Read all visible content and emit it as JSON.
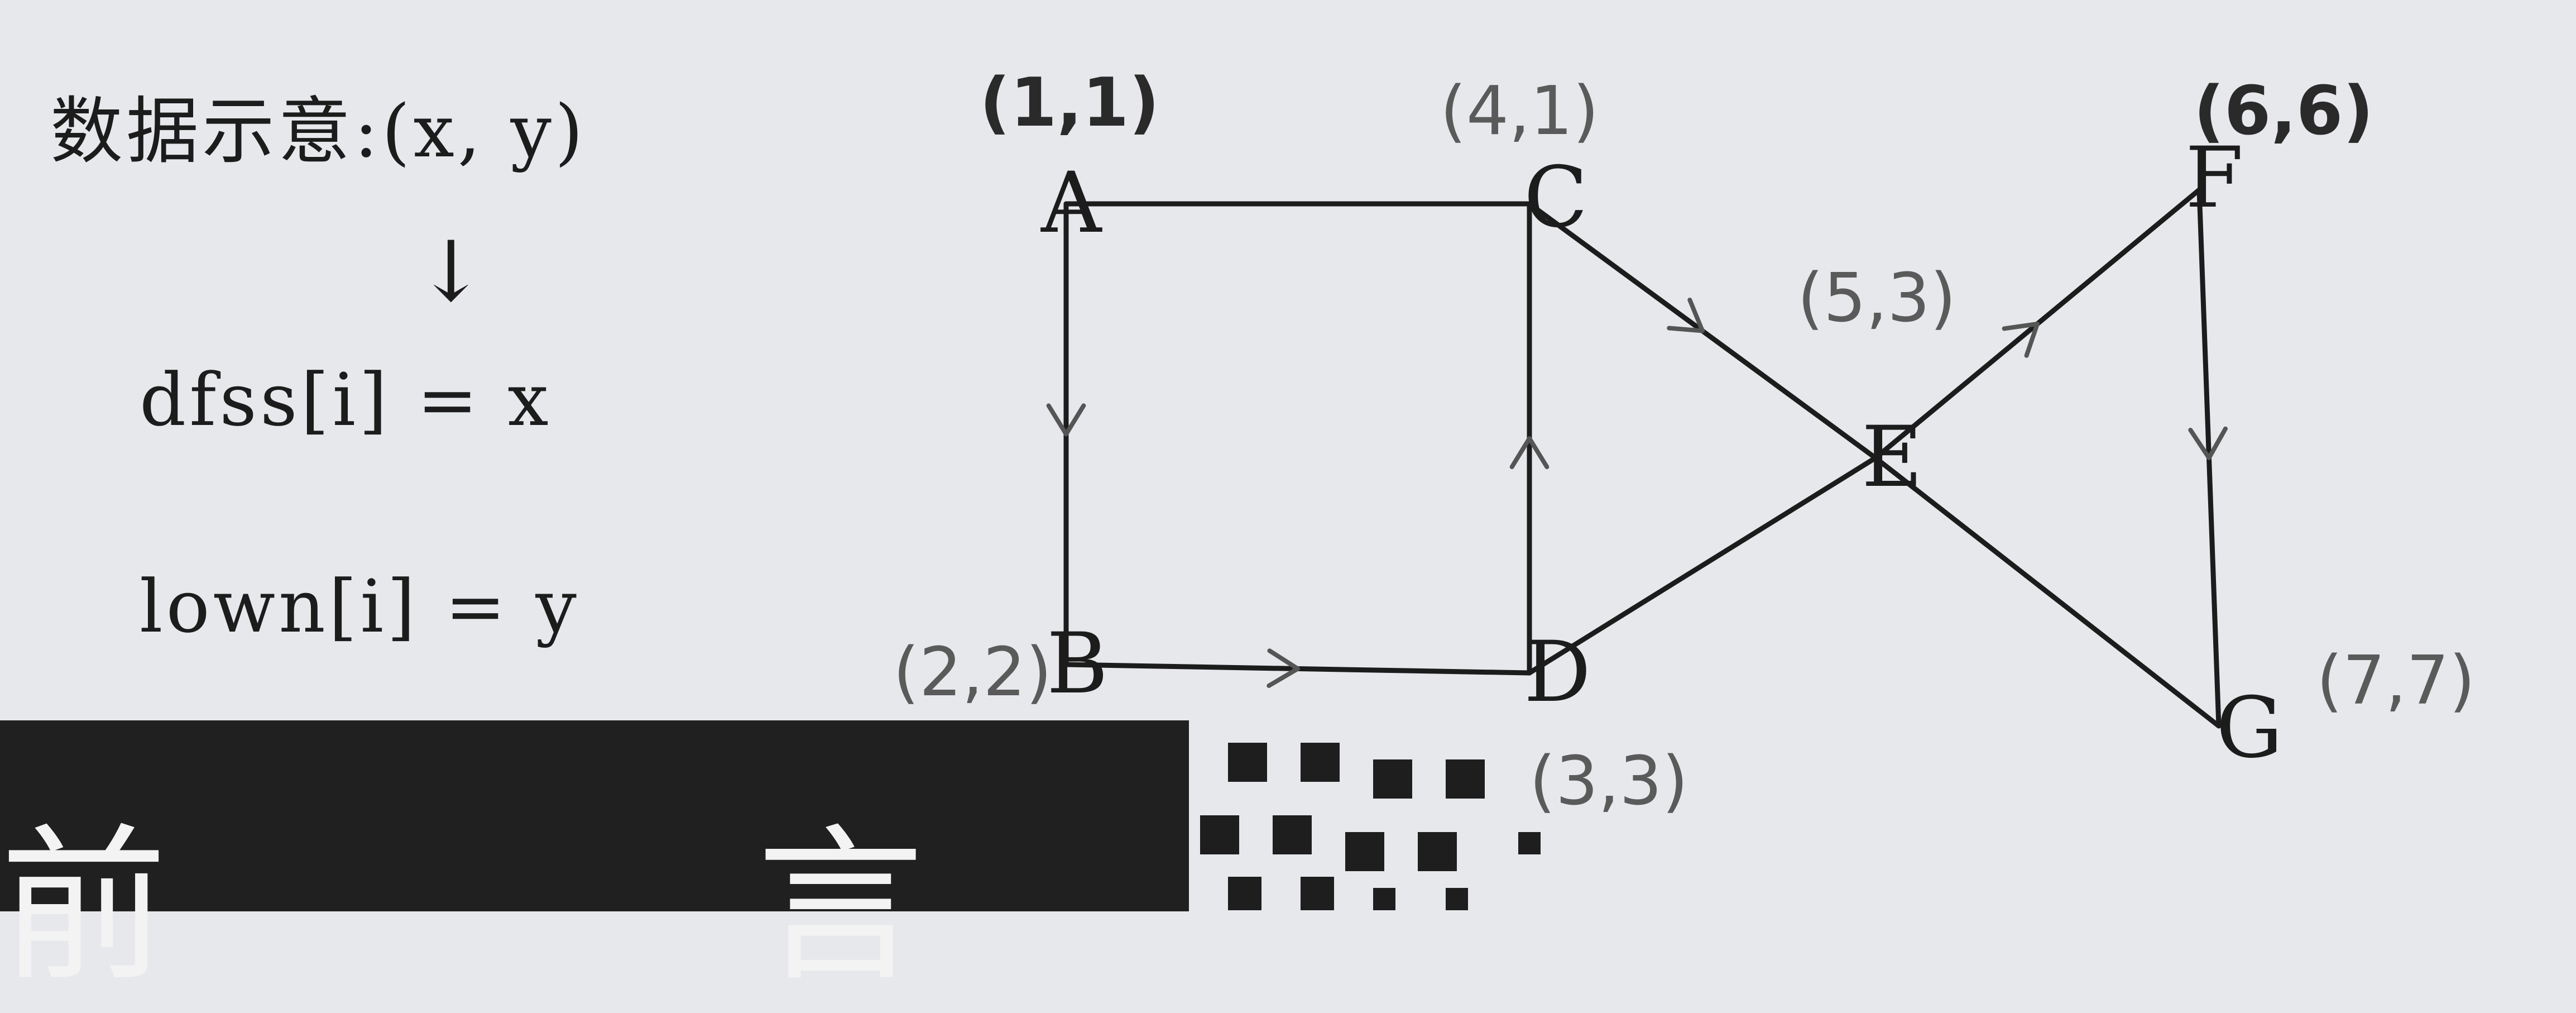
{
  "notes": {
    "title": "数据示意:(x, y)",
    "arrow": "↓",
    "dfs": "dfss[i] = x",
    "low": "lown[i] = y"
  },
  "band": {
    "text": "前 言"
  },
  "graph": {
    "nodes": [
      {
        "id": "A",
        "label": "A",
        "coord": "(1,1)"
      },
      {
        "id": "B",
        "label": "B",
        "coord": "(2,2)"
      },
      {
        "id": "C",
        "label": "C",
        "coord": "(4,1)"
      },
      {
        "id": "D",
        "label": "D",
        "coord": "(3,3)"
      },
      {
        "id": "E",
        "label": "E",
        "coord": "(5,3)"
      },
      {
        "id": "F",
        "label": "F",
        "coord": "(6,6)"
      },
      {
        "id": "G",
        "label": "G",
        "coord": "(7,7)"
      }
    ],
    "edges": [
      {
        "from": "A",
        "to": "C",
        "arrow": false
      },
      {
        "from": "A",
        "to": "B",
        "arrow": true
      },
      {
        "from": "B",
        "to": "D",
        "arrow": true
      },
      {
        "from": "D",
        "to": "C",
        "arrow": true
      },
      {
        "from": "C",
        "to": "E",
        "arrow": true
      },
      {
        "from": "E",
        "to": "F",
        "arrow": true
      },
      {
        "from": "F",
        "to": "G",
        "arrow": true
      },
      {
        "from": "G",
        "to": "E",
        "arrow": false
      },
      {
        "from": "D",
        "to": "E",
        "arrow": false
      }
    ]
  },
  "colors": {
    "ink": "#1c1c1c",
    "pencil": "#555555",
    "band": "#202020",
    "paper": "#e6e8ec"
  }
}
